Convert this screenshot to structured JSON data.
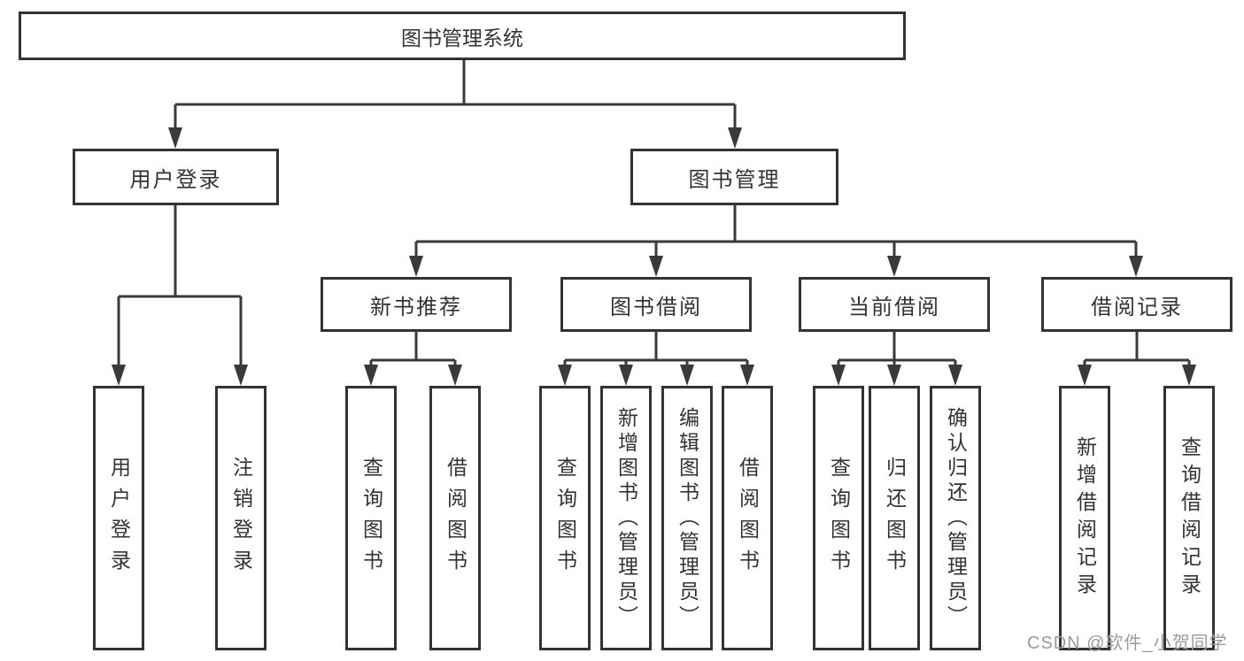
{
  "diagram": {
    "root": "图书管理系统",
    "level2": {
      "user_login": "用户登录",
      "book_management": "图书管理"
    },
    "level3": {
      "new_book_recommend": "新书推荐",
      "book_borrowing": "图书借阅",
      "current_borrowing": "当前借阅",
      "borrowing_records": "借阅记录"
    },
    "leaves": {
      "user_login": "用户登录",
      "logout": "注销登录",
      "nb_query_books": "查询图书",
      "nb_borrow_books": "借阅图书",
      "bb_query_books": "查询图书",
      "bb_add_books_admin": "新增图书（管理员）",
      "bb_edit_books_admin": "编辑图书（管理员）",
      "bb_borrow_books": "借阅图书",
      "cb_query_books": "查询图书",
      "cb_return_books": "归还图书",
      "cb_confirm_return_admin": "确认归还（管理员）",
      "br_add_record": "新增借阅记录",
      "br_query_record": "查询借阅记录"
    }
  },
  "watermark": "CSDN @软件_小贺同学",
  "colors": {
    "line": "#3a3a3a",
    "border": "#333333",
    "text": "#333333",
    "watermark": "#9b9b9b",
    "background": "#ffffff"
  }
}
